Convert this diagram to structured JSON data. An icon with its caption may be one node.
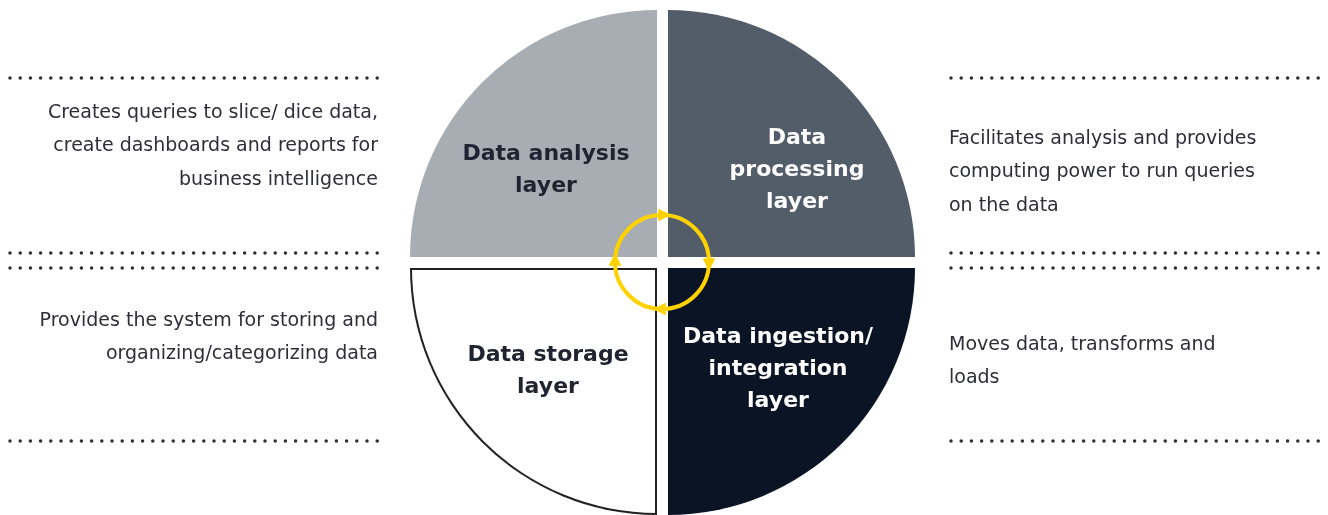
{
  "diagram": {
    "nodes": [
      {
        "text": [
          "Data analysis layer"
        ],
        "beside": [
          "Creates queries to slice/ dice data, create dashboards and reports for business intelligence"
        ]
      },
      {
        "text": [
          "Data processing layer"
        ],
        "beside": [
          "Facilitates analysis and provides computing power to run queries on the data"
        ]
      },
      {
        "text": [
          "Data storage layer"
        ],
        "beside": [
          "Provides the system for storing and organizing/categorizing data"
        ]
      },
      {
        "text": [
          "Data ingestion/ integration layer"
        ],
        "beside": [
          "Moves data, transforms and loads"
        ]
      }
    ],
    "edges": [
      {
        "from": 0,
        "to": 1,
        "arrow": "to",
        "color": "#ffd200"
      },
      {
        "from": 1,
        "to": 3,
        "arrow": "to",
        "color": "#ffd200"
      },
      {
        "from": 3,
        "to": 2,
        "arrow": "to",
        "color": "#ffd200"
      },
      {
        "from": 2,
        "to": 0,
        "arrow": "to",
        "color": "#ffd200"
      }
    ]
  }
}
